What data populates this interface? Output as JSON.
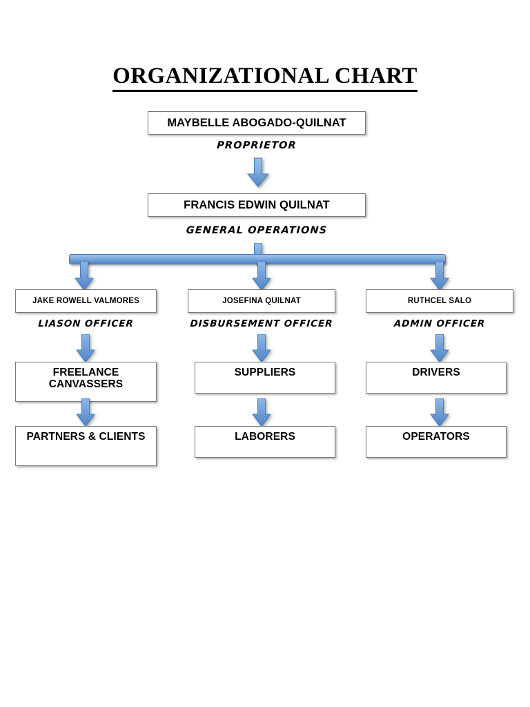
{
  "document": {
    "title": "ORGANIZATIONAL CHART",
    "background_color": "#ffffff",
    "text_color": "#000000"
  },
  "theme": {
    "box_fill": "#ffffff",
    "box_border": "#7a7a7a",
    "arrow_light": "#9cc0e8",
    "arrow_dark": "#4f84c4",
    "arrow_border": "#4a7ebb",
    "connector_bar_color": "#6698d4"
  },
  "chart_data": {
    "type": "diagram",
    "title": "ORGANIZATIONAL CHART",
    "orientation": "top-down",
    "levels": [
      {
        "level": 1,
        "nodes": [
          {
            "name": "MAYBELLE ABOGADO-QUILNAT",
            "role": "PROPRIETOR"
          }
        ]
      },
      {
        "level": 2,
        "nodes": [
          {
            "name": "FRANCIS EDWIN QUILNAT",
            "role": "GENERAL OPERATIONS"
          }
        ]
      },
      {
        "level": 3,
        "nodes": [
          {
            "name": "JAKE ROWELL VALMORES",
            "role": "LIASON OFFICER"
          },
          {
            "name": "JOSEFINA QUILNAT",
            "role": "DISBURSEMENT OFFICER"
          },
          {
            "name": "RUTHCEL SALO",
            "role": "ADMIN OFFICER"
          }
        ]
      },
      {
        "level": 4,
        "nodes": [
          {
            "name": "FREELANCE CANVASSERS"
          },
          {
            "name": "SUPPLIERS"
          },
          {
            "name": "DRIVERS"
          }
        ]
      },
      {
        "level": 5,
        "nodes": [
          {
            "name": "PARTNERS & CLIENTS"
          },
          {
            "name": "LABORERS"
          },
          {
            "name": "OPERATORS"
          }
        ]
      }
    ],
    "edges": [
      {
        "from": "MAYBELLE ABOGADO-QUILNAT",
        "to": "FRANCIS EDWIN QUILNAT"
      },
      {
        "from": "FRANCIS EDWIN QUILNAT",
        "to": "JAKE ROWELL VALMORES"
      },
      {
        "from": "FRANCIS EDWIN QUILNAT",
        "to": "JOSEFINA QUILNAT"
      },
      {
        "from": "FRANCIS EDWIN QUILNAT",
        "to": "RUTHCEL SALO"
      },
      {
        "from": "JAKE ROWELL VALMORES",
        "to": "FREELANCE CANVASSERS"
      },
      {
        "from": "FREELANCE CANVASSERS",
        "to": "PARTNERS & CLIENTS"
      },
      {
        "from": "JOSEFINA QUILNAT",
        "to": "SUPPLIERS"
      },
      {
        "from": "SUPPLIERS",
        "to": "LABORERS"
      },
      {
        "from": "RUTHCEL SALO",
        "to": "DRIVERS"
      },
      {
        "from": "DRIVERS",
        "to": "OPERATORS"
      }
    ]
  },
  "nodes": {
    "proprietor_name": "MAYBELLE ABOGADO-QUILNAT",
    "proprietor_role": "PROPRIETOR",
    "general_name": "FRANCIS EDWIN QUILNAT",
    "general_role": "GENERAL OPERATIONS",
    "liason_name": "JAKE ROWELL VALMORES",
    "liason_role": "LIASON OFFICER",
    "disbursement_name": "JOSEFINA QUILNAT",
    "disbursement_role": "DISBURSEMENT OFFICER",
    "admin_name": "RUTHCEL SALO",
    "admin_role": "ADMIN OFFICER",
    "freelance_canvassers": "FREELANCE CANVASSERS",
    "partners_clients": "PARTNERS & CLIENTS",
    "suppliers": "SUPPLIERS",
    "laborers": "LABORERS",
    "drivers": "DRIVERS",
    "operators": "OPERATORS"
  },
  "icons": {
    "down_arrow": "down-arrow-icon",
    "connector": "horizontal-connector-bar"
  }
}
